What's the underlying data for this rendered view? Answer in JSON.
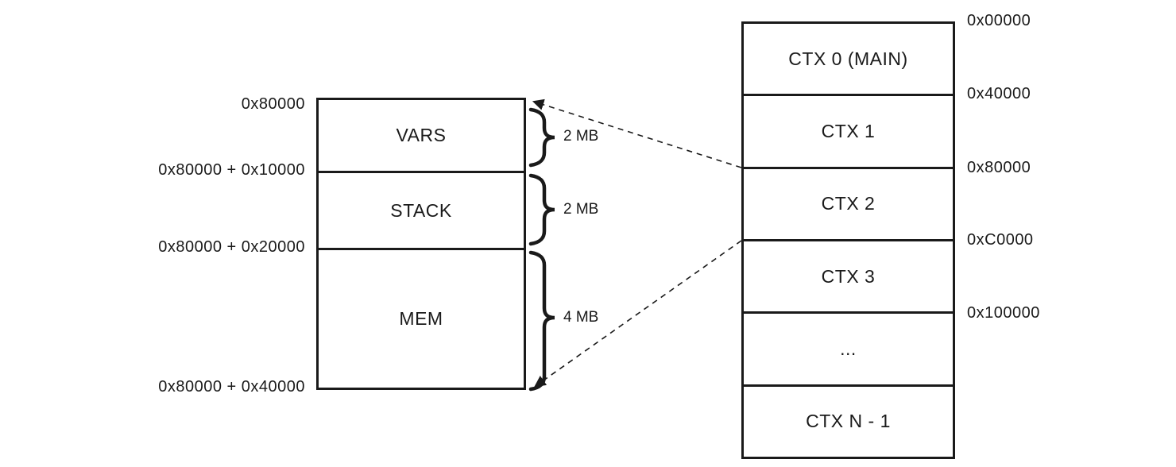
{
  "detail_view": {
    "addresses": [
      "0x80000",
      "0x80000 + 0x10000",
      "0x80000 + 0x20000",
      "0x80000 + 0x40000"
    ],
    "sections": [
      {
        "label": "VARS",
        "size": "2 MB"
      },
      {
        "label": "STACK",
        "size": "2 MB"
      },
      {
        "label": "MEM",
        "size": "4 MB"
      }
    ]
  },
  "context_map": {
    "sections": [
      "CTX 0 (MAIN)",
      "CTX 1",
      "CTX 2",
      "CTX 3",
      "...",
      "CTX N - 1"
    ],
    "addresses": [
      "0x00000",
      "0x40000",
      "0x80000",
      "0xC0000",
      "0x100000"
    ]
  },
  "colors": {
    "line": "#1a1a1a",
    "background": "#ffffff"
  }
}
